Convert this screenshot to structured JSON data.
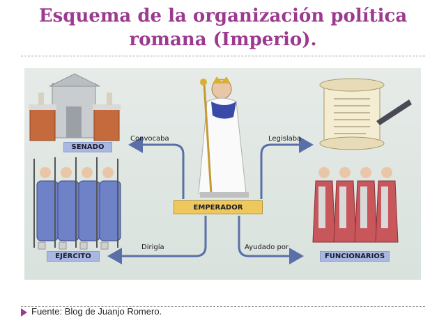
{
  "title_line1": "Esquema de la organización política",
  "title_line2": "romana (Imperio).",
  "colors": {
    "title": "#9c3a8f",
    "arrow": "#5a6fa8",
    "label_blue": "#a9b7e3",
    "label_gold": "#eec85c"
  },
  "nodes": {
    "senado": "SENADO",
    "emperador": "EMPERADOR",
    "ejercito": "EJÉRCITO",
    "funcionarios": "FUNCIONARIOS"
  },
  "edges": {
    "convocaba": "Convocaba",
    "legislaba": "Legislaba",
    "dirigia": "Dirigía",
    "ayudado_por": "Ayudado por"
  },
  "source": "Fuente: Blog de Juanjo Romero."
}
